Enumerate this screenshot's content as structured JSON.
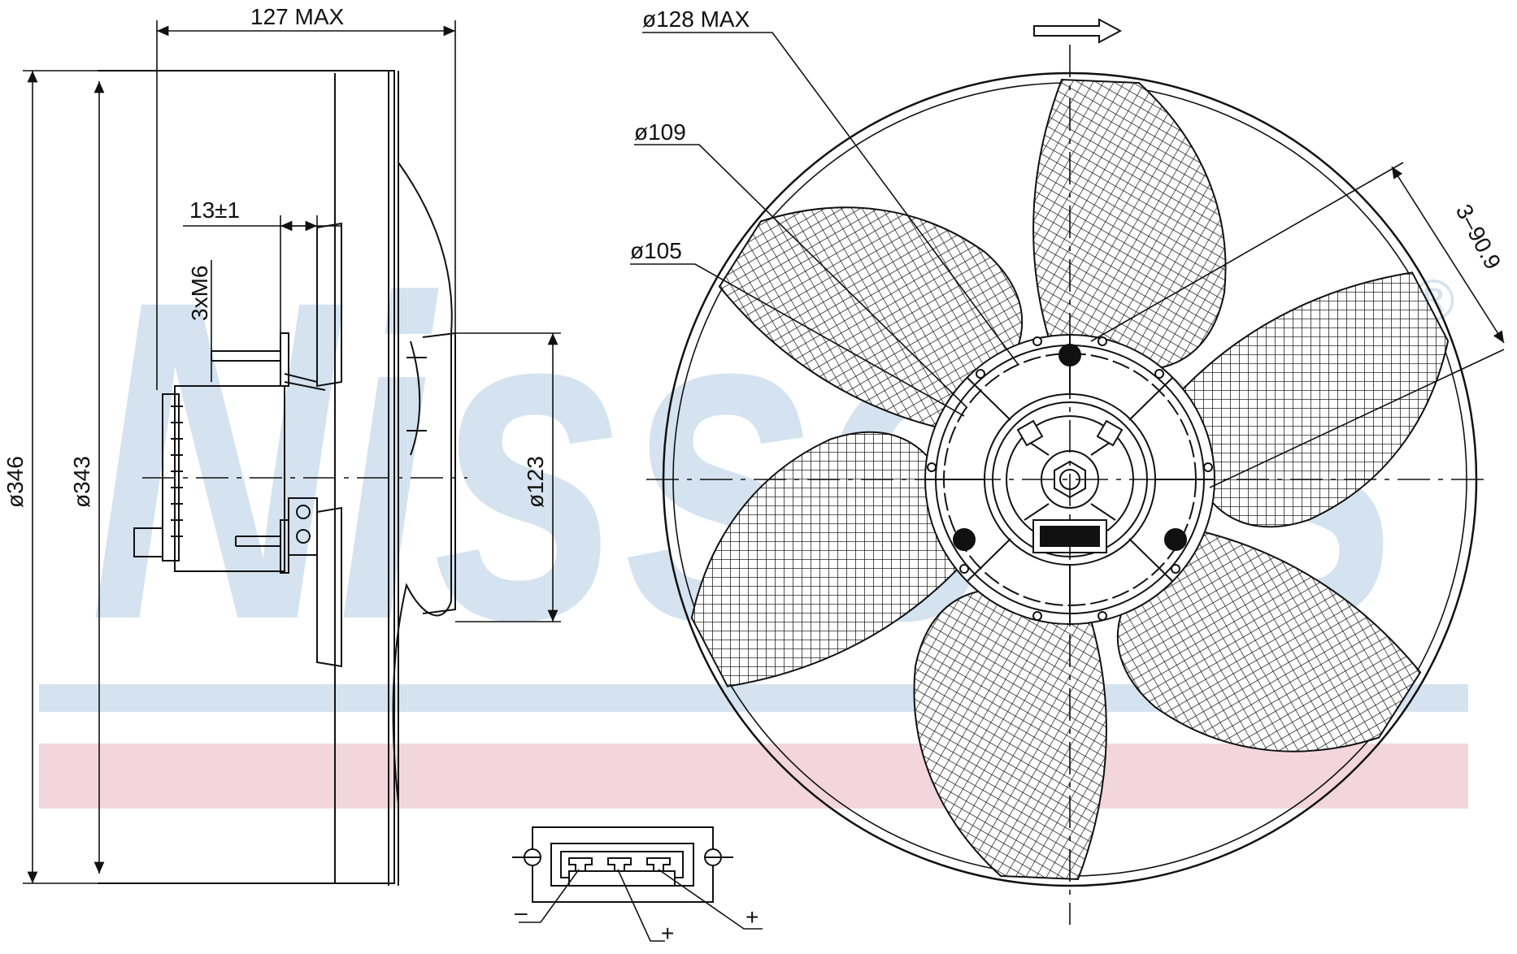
{
  "watermark": {
    "text": "Nissens",
    "reg": "®",
    "blue": "#d4e3ef",
    "pink": "#f3d6dd"
  },
  "colors": {
    "line": "#111111",
    "hatch": "#1a1a1a",
    "bg": "#ffffff"
  },
  "dimensions": {
    "overall_depth": "127  MAX",
    "stud_offset": "13±1",
    "studs": "3xM6",
    "outer_diameter": "ø346",
    "shroud_diameter": "ø343",
    "hub_diameter": "ø123",
    "motor_diameter": "ø128  MAX",
    "bolt_circle_outer": "ø109",
    "bolt_circle_inner": "ø105",
    "bolt_spacing": "3–90.9"
  },
  "connector": {
    "terminals": [
      "–",
      "+",
      "+"
    ]
  }
}
